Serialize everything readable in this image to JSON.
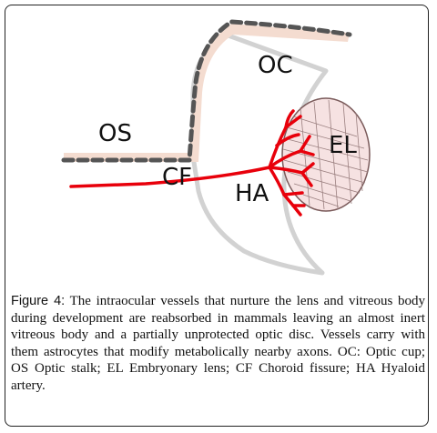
{
  "diagram": {
    "labels": {
      "oc": "OC",
      "os": "OS",
      "el": "EL",
      "cf": "CF",
      "ha": "HA"
    },
    "colors": {
      "vessel": "#e8000b",
      "stalk_fill": "#f4dcd0",
      "dashed_border": "#555555",
      "cup_outline": "#c8c8c8",
      "lens_fill": "#f6e2e2",
      "lens_stroke": "#7a5a5a"
    }
  },
  "caption": {
    "label": "Figure 4:",
    "text": " The intraocular vessels that nurture the lens and vitreous body during development are reabsorbed in mammals leaving an almost inert vitreous body and a partially unprotected optic disc. Vessels carry with them astrocytes that modify metabolically nearby axons. OC: Optic cup; OS Optic stalk; EL Embryonary lens; CF Choroid fissure; HA Hyaloid artery."
  }
}
